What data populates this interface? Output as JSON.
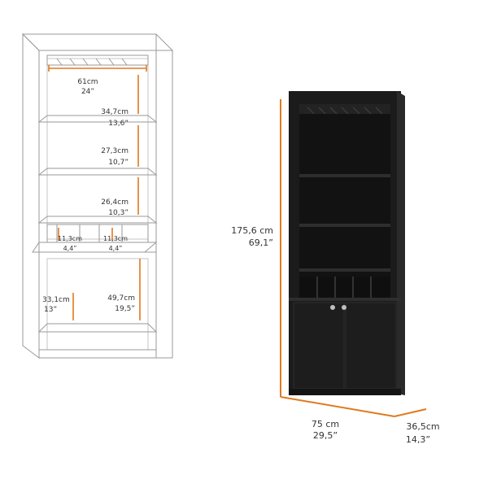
{
  "colors": {
    "dimension_line": "#E07A1F",
    "outline": "#9a9a9a",
    "cabinet": "#1b1b1b",
    "cabinet_edge": "#2e2e2e",
    "text": "#333333"
  },
  "drawing": {
    "top_width_cm": "61cm",
    "top_width_in": "24”",
    "shelf1_cm": "34,7cm",
    "shelf1_in": "13,6”",
    "shelf2_cm": "27,3cm",
    "shelf2_in": "10,7”",
    "shelf3_cm": "26,4cm",
    "shelf3_in": "10,3”",
    "cubby_left_cm": "11,3cm",
    "cubby_left_in": "4,4”",
    "cubby_right_cm": "11,3cm",
    "cubby_right_in": "4,4”",
    "lower_left_cm": "33,1cm",
    "lower_left_in": "13”",
    "lower_right_cm": "49,7cm",
    "lower_right_in": "19,5”"
  },
  "product": {
    "height_cm": "175,6 cm",
    "height_in": "69,1”",
    "width_cm": "75 cm",
    "width_in": "29,5”",
    "depth_cm": "36,5cm",
    "depth_in": "14,3”"
  }
}
